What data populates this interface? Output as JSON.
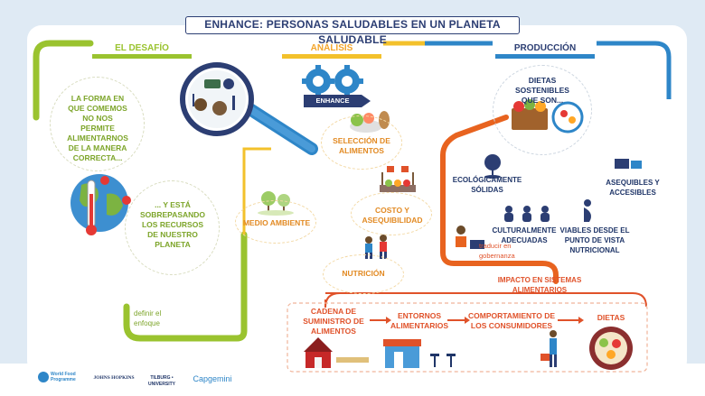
{
  "title": "ENHANCE: PERSONAS SALUDABLES EN UN PLANETA SALUDABLE",
  "sections": {
    "desafio": "EL DESAFÍO",
    "analisis": "ANÁLISIS",
    "produccion": "PRODUCCIÓN"
  },
  "desafio": {
    "text1": "LA FORMA EN QUE COMEMOS NO NOS PERMITE ALIMENTARNOS DE LA MANERA CORRECTA...",
    "text2": "... Y ESTÁ SOBREPASANDO LOS RECURSOS DE NUESTRO PLANETA",
    "define": "definir el enfoque"
  },
  "analisis": {
    "gear_label": "ENHANCE",
    "seleccion": "SELECCIÓN DE ALIMENTOS",
    "costo": "COSTO Y ASEQUIBILIDAD",
    "medio": "MEDIO AMBIENTE",
    "nutricion": "NUTRICIÓN"
  },
  "produccion": {
    "dietas": "DIETAS SOSTENIBLES QUE SON...",
    "ecologicamente": "ECOLÓGICAMENTE SÓLIDAS",
    "asequibles": "ASEQUIBLES Y ACCESIBLES",
    "culturalmente": "CULTURALMENTE ADECUADAS",
    "viables": "VIABLES DESDE EL PUNTO DE VISTA NUTRICIONAL",
    "gobernanza": "traducir en gobernanza"
  },
  "impacto": {
    "label": "IMPACTO EN SISTEMAS ALIMENTARIOS",
    "cadena": "CADENA DE SUMINISTRO DE ALIMENTOS",
    "entornos": "ENTORNOS ALIMENTARIOS",
    "comportamiento": "COMPORTAMIENTO DE LOS CONSUMIDORES",
    "dietas": "DIETAS"
  },
  "logos": {
    "wfp": "World Food Programme",
    "jhu": "JOHNS HOPKINS",
    "tilburg": "TILBURG • UNIVERSITY",
    "capgemini": "Capgemini"
  },
  "colors": {
    "green": "#9ac32f",
    "orange": "#f3a52b",
    "navy": "#2c3e73",
    "blue": "#2e86c8",
    "red": "#e0522a"
  }
}
